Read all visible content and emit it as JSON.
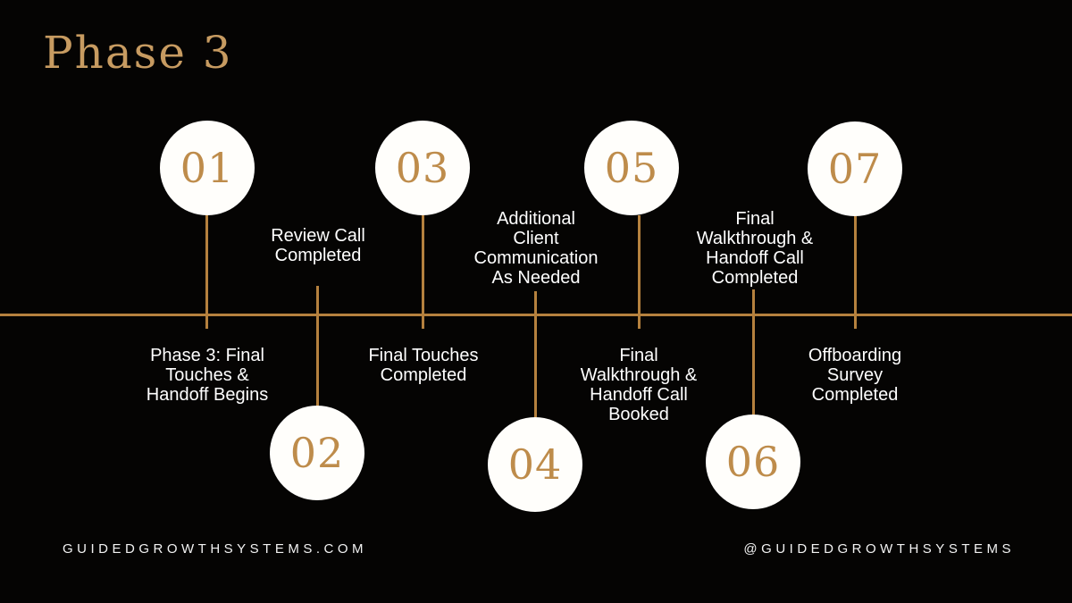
{
  "slide": {
    "title": "Phase 3"
  },
  "timeline": {
    "items": [
      {
        "number": "01",
        "circle_position": "above-axis",
        "label": "Phase 3: Final\nTouches &\nHandoff Begins"
      },
      {
        "number": "02",
        "circle_position": "below-axis",
        "label": "Review Call\nCompleted"
      },
      {
        "number": "03",
        "circle_position": "above-axis",
        "label": "Final Touches\nCompleted"
      },
      {
        "number": "04",
        "circle_position": "below-axis",
        "label": "Additional\nClient\nCommunication\nAs Needed"
      },
      {
        "number": "05",
        "circle_position": "above-axis",
        "label": "Final\nWalkthrough &\nHandoff Call\nBooked"
      },
      {
        "number": "06",
        "circle_position": "below-axis",
        "label": "Final\nWalkthrough &\nHandoff Call\nCompleted"
      },
      {
        "number": "07",
        "circle_position": "above-axis",
        "label": "Offboarding\nSurvey\nCompleted"
      }
    ]
  },
  "footer": {
    "website": "GUIDEDGROWTHSYSTEMS.COM",
    "social_handle": "@GUIDEDGROWTHSYSTEMS"
  },
  "colors": {
    "background": "#050403",
    "gold_line": "#B5813E",
    "gold_number": "#BE8C4B",
    "gold_title": "#C79B61",
    "circle_fill": "#FFFEFB",
    "label_text": "#FFFFFF"
  }
}
